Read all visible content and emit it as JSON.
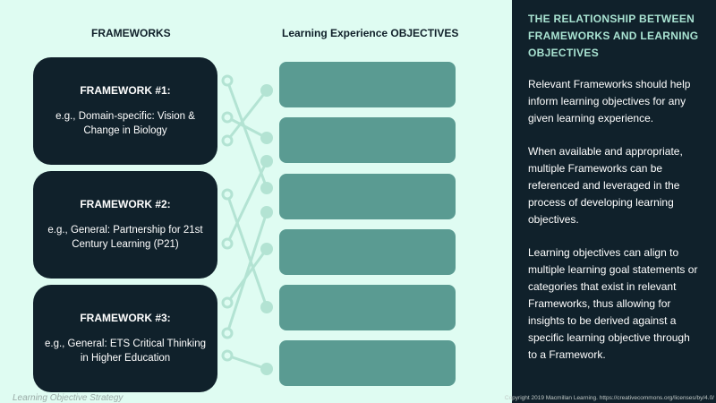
{
  "headers": {
    "frameworks": "FRAMEWORKS",
    "objectives": "Learning Experience OBJECTIVES"
  },
  "frameworks": [
    {
      "title": "FRAMEWORK #1:",
      "desc": "e.g., Domain-specific: Vision & Change in Biology"
    },
    {
      "title": "FRAMEWORK #2:",
      "desc": "e.g., General: Partnership for 21st Century Learning (P21)"
    },
    {
      "title": "FRAMEWORK #3:",
      "desc": "e.g., General: ETS Critical Thinking in Higher Education"
    }
  ],
  "sidebar": {
    "title": "THE RELATIONSHIP BETWEEN FRAMEWORKS AND LEARNING OBJECTIVES",
    "paragraphs": [
      "Relevant Frameworks should help inform learning objectives for any given learning experience.",
      "When available and appropriate, multiple Frameworks can be referenced and leveraged in the process of developing learning objectives.",
      "Learning objectives can align to multiple learning goal statements or categories that exist in relevant Frameworks, thus allowing for insights to be derived against a specific learning objective through to a Framework."
    ]
  },
  "footer": "Learning Objective Strategy",
  "copyright": "Copyright 2019 Macmillan Learning. https://creativecommons.org/licenses/by/4.0/",
  "colors": {
    "dark": "#10212b",
    "teal": "#5a9b92",
    "connector": "#b3e3d3",
    "bg": "#dffcf2"
  }
}
